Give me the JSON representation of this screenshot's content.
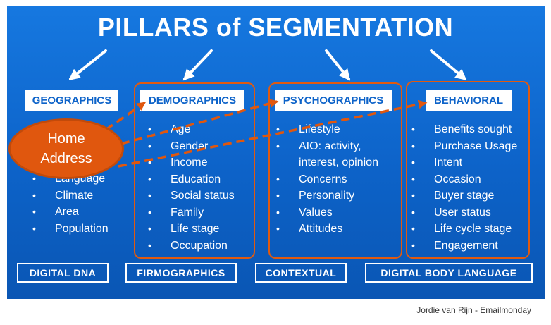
{
  "title": "PILLARS of SEGMENTATION",
  "columns": [
    {
      "header": "GEOGRAPHICS",
      "items": [
        "Language",
        "Climate",
        "Area",
        "Population"
      ]
    },
    {
      "header": "DEMOGRAPHICS",
      "items": [
        "Age",
        "Gender",
        "Income",
        "Education",
        "Social status",
        "Family",
        "Life stage",
        "Occupation"
      ]
    },
    {
      "header": "PSYCHOGRAPHICS",
      "items": [
        "Lifestyle",
        "AIO: activity,",
        "interest, opinion",
        "Concerns",
        "Personality",
        "Values",
        "Attitudes"
      ]
    },
    {
      "header": "BEHAVIORAL",
      "items": [
        "Benefits sought",
        "Purchase Usage",
        "Intent",
        "Occasion",
        "Buyer stage",
        "User status",
        "Life cycle stage",
        "Engagement"
      ]
    }
  ],
  "footer": [
    "DIGITAL DNA",
    "FIRMOGRAPHICS",
    "CONTEXTUAL",
    "DIGITAL BODY LANGUAGE"
  ],
  "callout": {
    "line1": "Home",
    "line2": "Address"
  },
  "credit": "Jordie van Rijn - Emailmonday",
  "colors": {
    "background": "#0d63c9",
    "accent": "#e0570e",
    "text": "#ffffff"
  }
}
